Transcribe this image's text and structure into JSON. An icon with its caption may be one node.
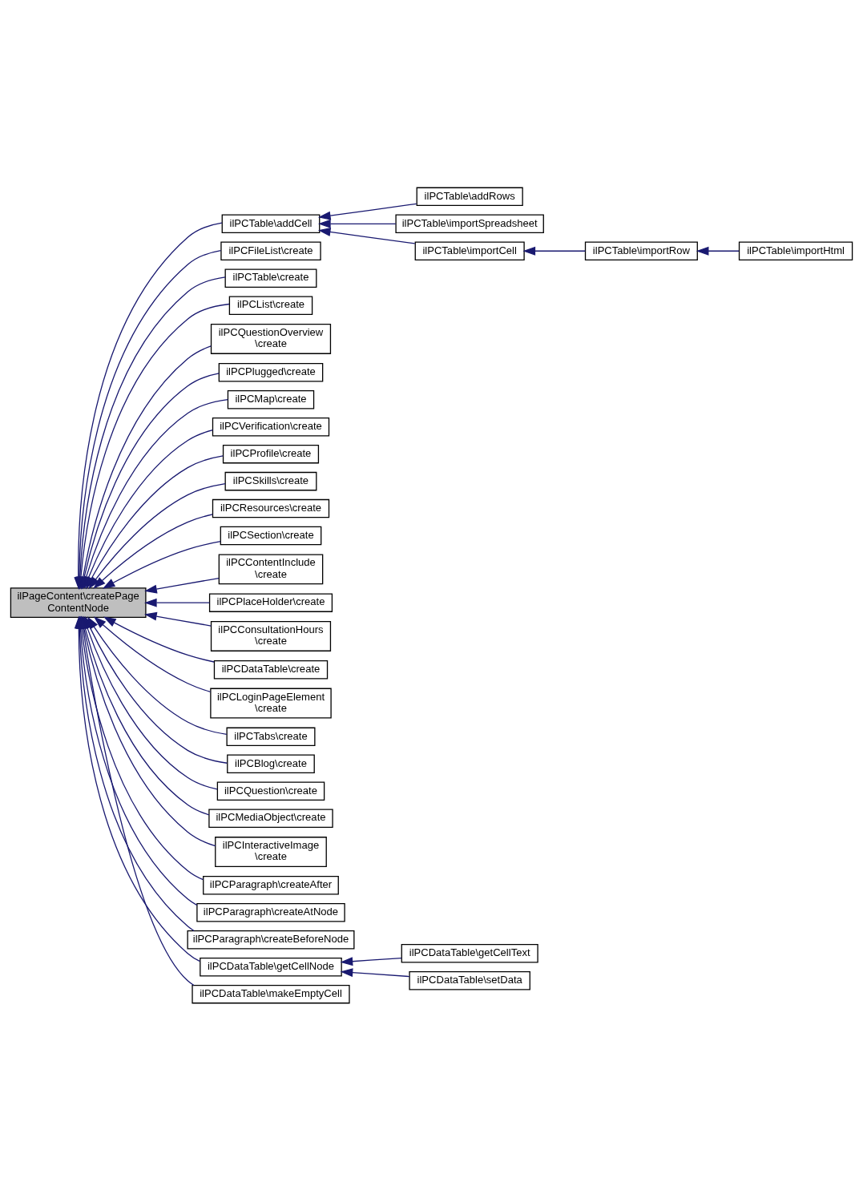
{
  "diagram": {
    "nodes": [
      {
        "text": [
          "ilPageContent\\createPage ContentNode"
        ]
      },
      {
        "text": [
          "ilPCTable\\addCell"
        ]
      },
      {
        "text": [
          "ilPCFileList\\create"
        ]
      },
      {
        "text": [
          "ilPCTable\\create"
        ]
      },
      {
        "text": [
          "ilPCList\\create"
        ]
      },
      {
        "text": [
          "ilPCQuestionOverview \\create"
        ]
      },
      {
        "text": [
          "ilPCPlugged\\create"
        ]
      },
      {
        "text": [
          "ilPCMap\\create"
        ]
      },
      {
        "text": [
          "ilPCVerification\\create"
        ]
      },
      {
        "text": [
          "ilPCProfile\\create"
        ]
      },
      {
        "text": [
          "ilPCSkills\\create"
        ]
      },
      {
        "text": [
          "ilPCResources\\create"
        ]
      },
      {
        "text": [
          "ilPCSection\\create"
        ]
      },
      {
        "text": [
          "ilPCContentInclude \\create"
        ]
      },
      {
        "text": [
          "ilPCPlaceHolder\\create"
        ]
      },
      {
        "text": [
          "ilPCConsultationHours \\create"
        ]
      },
      {
        "text": [
          "ilPCDataTable\\create"
        ]
      },
      {
        "text": [
          "ilPCLoginPageElement \\create"
        ]
      },
      {
        "text": [
          "ilPCTabs\\create"
        ]
      },
      {
        "text": [
          "ilPCBlog\\create"
        ]
      },
      {
        "text": [
          "ilPCQuestion\\create"
        ]
      },
      {
        "text": [
          "ilPCMediaObject\\create"
        ]
      },
      {
        "text": [
          "ilPCInteractiveImage \\create"
        ]
      },
      {
        "text": [
          "ilPCParagraph\\createAfter"
        ]
      },
      {
        "text": [
          "ilPCParagraph\\createAtNode"
        ]
      },
      {
        "text": [
          "ilPCParagraph\\createBeforeNode"
        ]
      },
      {
        "text": [
          "ilPCDataTable\\getCellNode"
        ]
      },
      {
        "text": [
          "ilPCDataTable\\makeEmptyCell"
        ]
      },
      {
        "text": [
          "ilPCTable\\addRows"
        ]
      },
      {
        "text": [
          "ilPCTable\\importSpreadsheet"
        ]
      },
      {
        "text": [
          "ilPCTable\\importCell"
        ]
      },
      {
        "text": [
          "ilPCTable\\importRow"
        ]
      },
      {
        "text": [
          "ilPCTable\\importHtml"
        ]
      },
      {
        "text": [
          "ilPCDataTable\\getCellText"
        ]
      },
      {
        "text": [
          "ilPCDataTable\\setData"
        ]
      }
    ],
    "edges": [
      {
        "from": 1,
        "to": 0,
        "arrow": "to"
      },
      {
        "from": 2,
        "to": 0,
        "arrow": "to"
      },
      {
        "from": 3,
        "to": 0,
        "arrow": "to"
      },
      {
        "from": 4,
        "to": 0,
        "arrow": "to"
      },
      {
        "from": 5,
        "to": 0,
        "arrow": "to"
      },
      {
        "from": 6,
        "to": 0,
        "arrow": "to"
      },
      {
        "from": 7,
        "to": 0,
        "arrow": "to"
      },
      {
        "from": 8,
        "to": 0,
        "arrow": "to"
      },
      {
        "from": 9,
        "to": 0,
        "arrow": "to"
      },
      {
        "from": 10,
        "to": 0,
        "arrow": "to"
      },
      {
        "from": 11,
        "to": 0,
        "arrow": "to"
      },
      {
        "from": 12,
        "to": 0,
        "arrow": "to"
      },
      {
        "from": 13,
        "to": 0,
        "arrow": "to"
      },
      {
        "from": 14,
        "to": 0,
        "arrow": "to"
      },
      {
        "from": 15,
        "to": 0,
        "arrow": "to"
      },
      {
        "from": 16,
        "to": 0,
        "arrow": "to"
      },
      {
        "from": 17,
        "to": 0,
        "arrow": "to"
      },
      {
        "from": 18,
        "to": 0,
        "arrow": "to"
      },
      {
        "from": 19,
        "to": 0,
        "arrow": "to"
      },
      {
        "from": 20,
        "to": 0,
        "arrow": "to"
      },
      {
        "from": 21,
        "to": 0,
        "arrow": "to"
      },
      {
        "from": 22,
        "to": 0,
        "arrow": "to"
      },
      {
        "from": 23,
        "to": 0,
        "arrow": "to"
      },
      {
        "from": 24,
        "to": 0,
        "arrow": "to"
      },
      {
        "from": 25,
        "to": 0,
        "arrow": "to"
      },
      {
        "from": 26,
        "to": 0,
        "arrow": "to"
      },
      {
        "from": 27,
        "to": 0,
        "arrow": "to"
      },
      {
        "from": 28,
        "to": 1,
        "arrow": "to"
      },
      {
        "from": 29,
        "to": 1,
        "arrow": "to"
      },
      {
        "from": 30,
        "to": 1,
        "arrow": "to"
      },
      {
        "from": 31,
        "to": 30,
        "arrow": "to"
      },
      {
        "from": 32,
        "to": 31,
        "arrow": "to"
      },
      {
        "from": 33,
        "to": 26,
        "arrow": "to"
      },
      {
        "from": 34,
        "to": 26,
        "arrow": "to"
      }
    ]
  }
}
